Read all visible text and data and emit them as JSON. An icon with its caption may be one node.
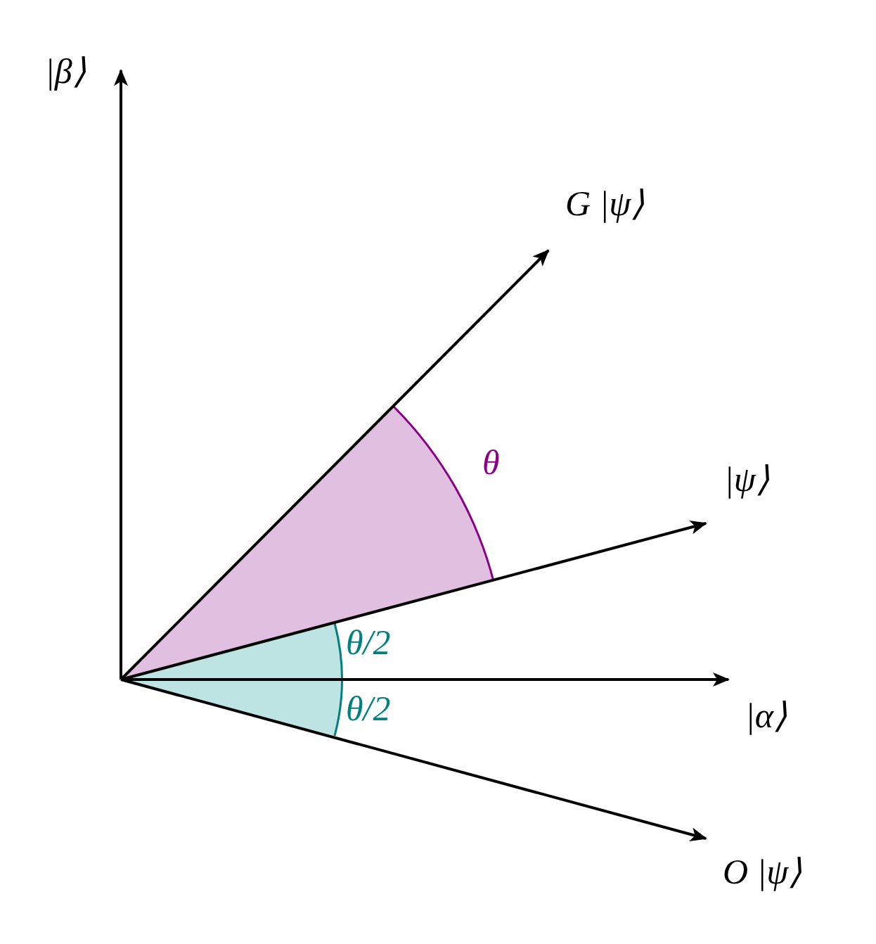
{
  "diagram": {
    "labels": [
      "|β⟩",
      "G |ψ⟩",
      "θ",
      "|ψ⟩",
      "θ/2",
      "θ/2",
      "|α⟩",
      "O |ψ⟩"
    ]
  }
}
